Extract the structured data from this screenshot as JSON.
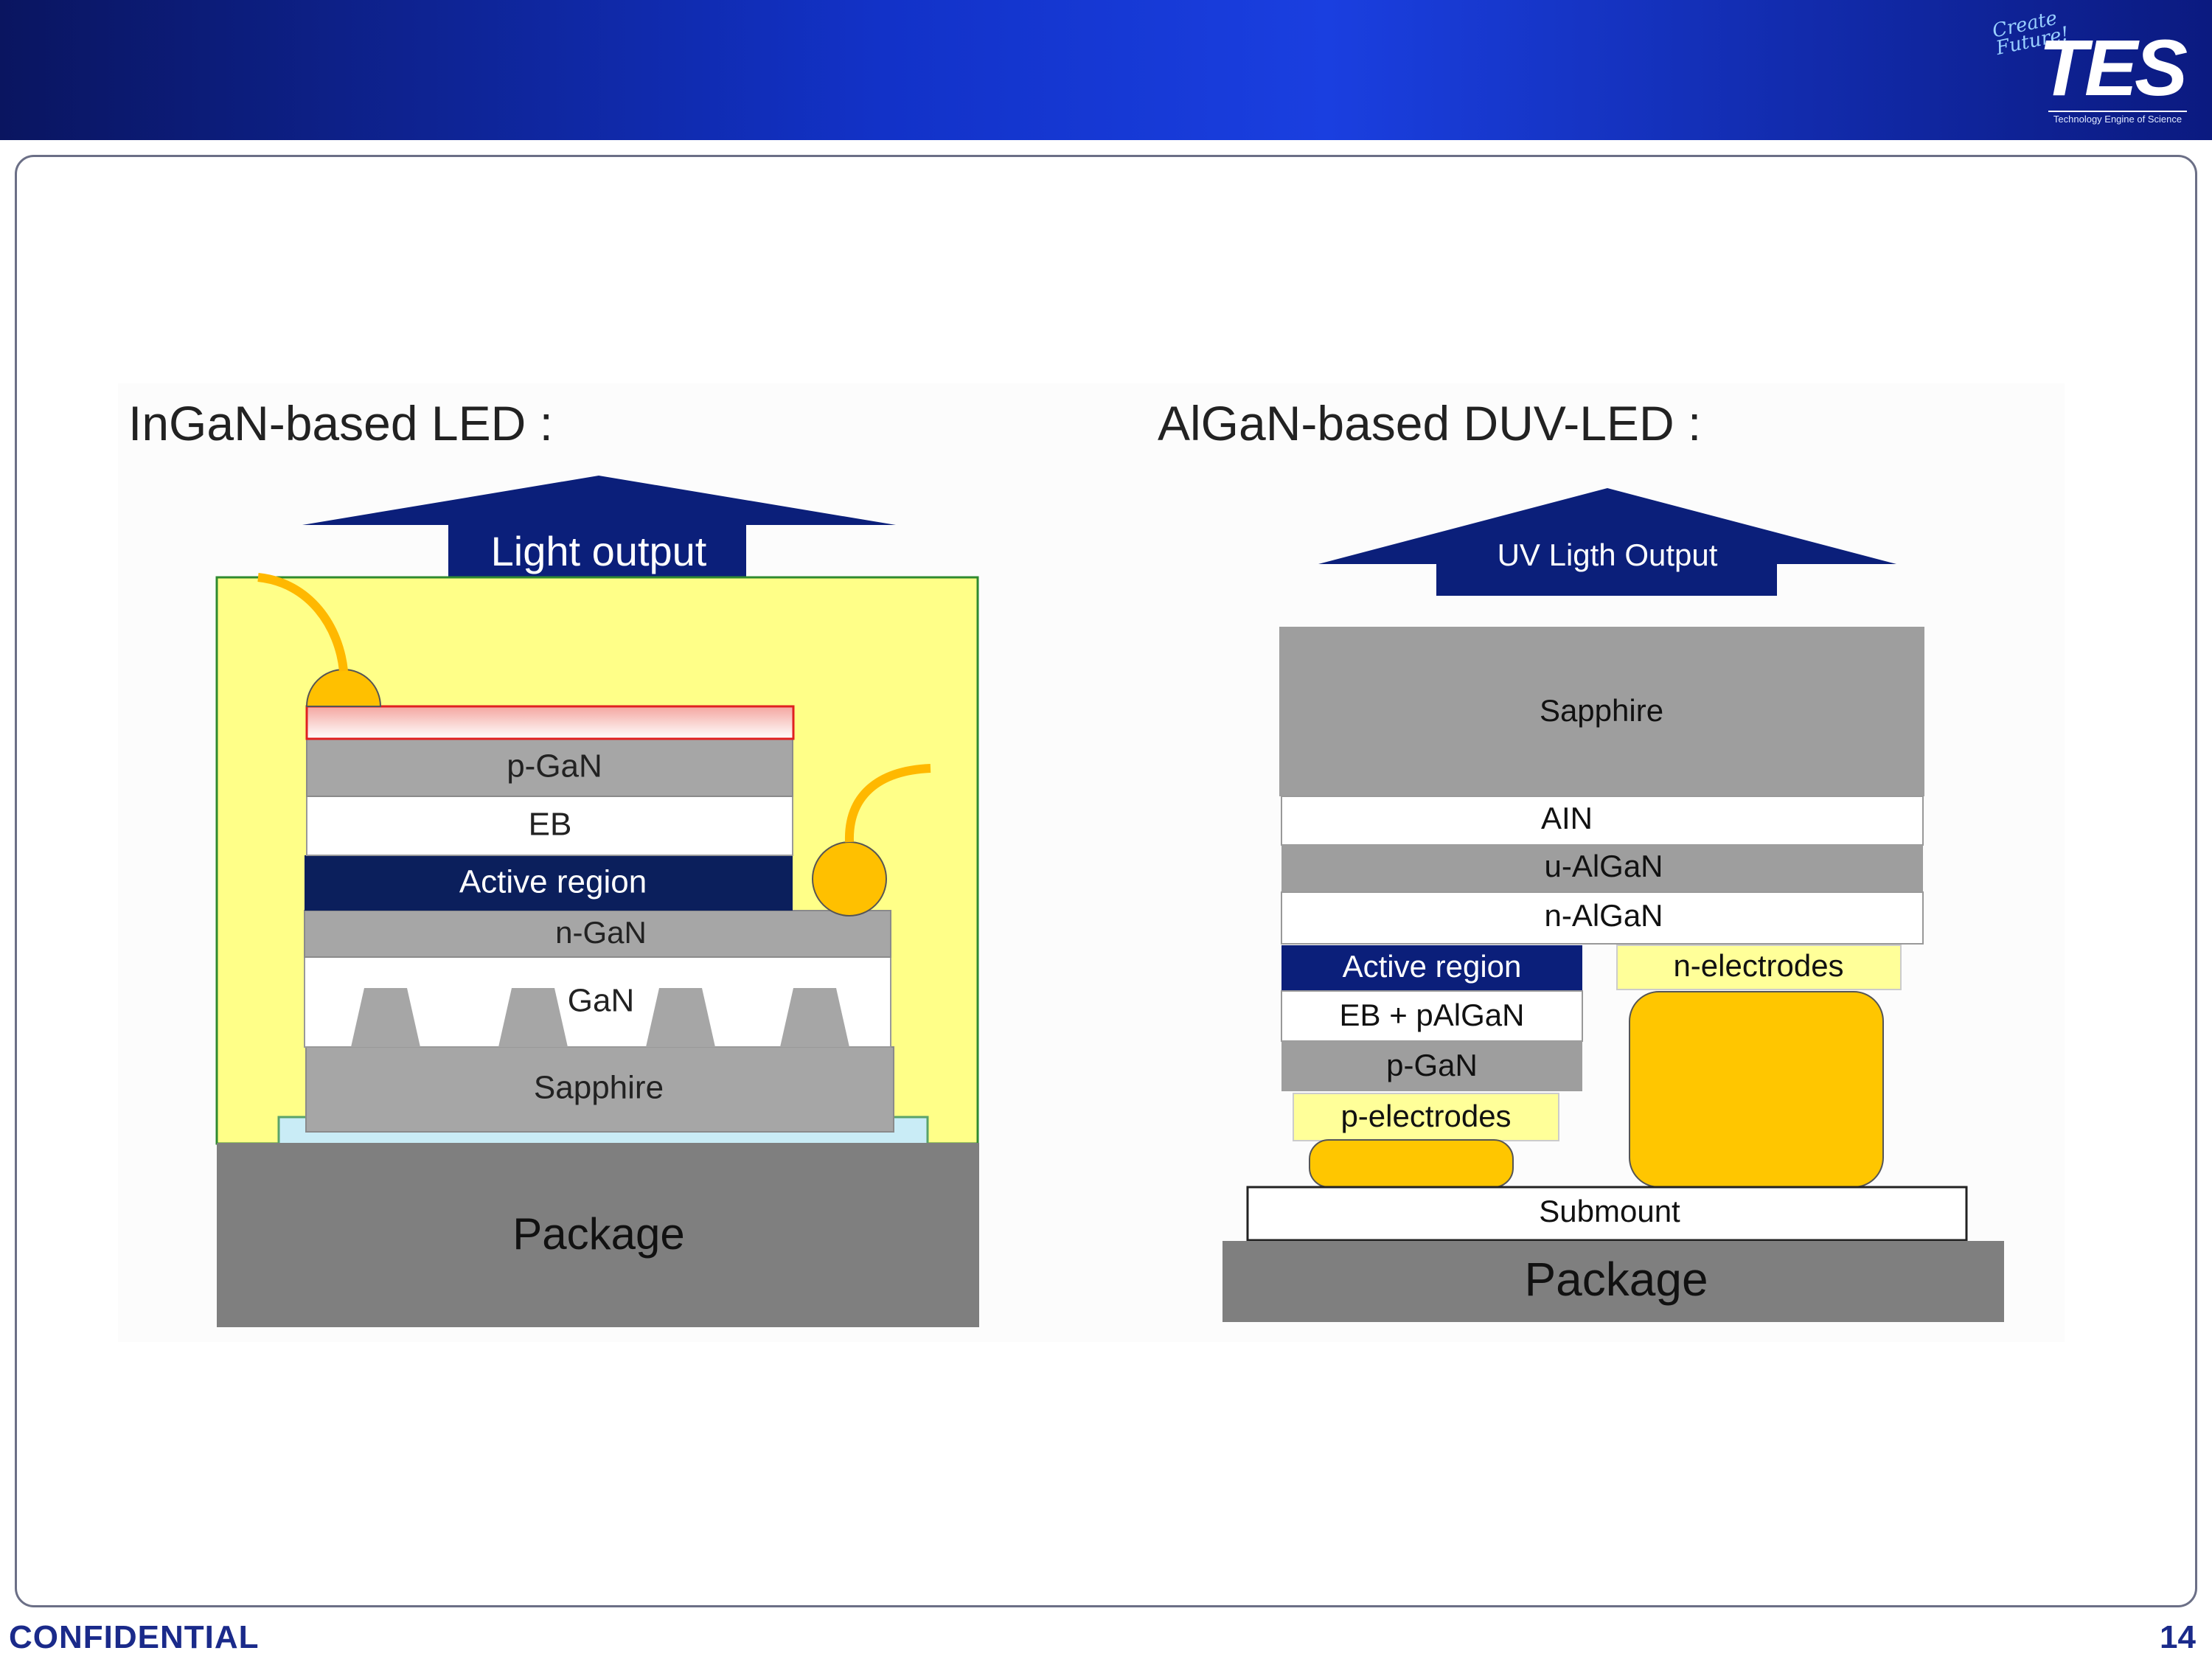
{
  "logo": {
    "script": "Create Future!",
    "name": "TES",
    "tagline": "Technology Engine of Science"
  },
  "left_diagram": {
    "title": "InGaN-based LED :",
    "arrow_label": "Light output",
    "layers": {
      "p_gan": "p-GaN",
      "eb": "EB",
      "active": "Active region",
      "n_gan": "n-GaN",
      "gan": "GaN",
      "sapphire": "Sapphire"
    },
    "package": "Package"
  },
  "right_diagram": {
    "title": "AlGaN-based DUV-LED :",
    "arrow_label": "UV Ligth Output",
    "layers": {
      "sapphire": "Sapphire",
      "ain": "AIN",
      "u_algan": "u-AlGaN",
      "n_algan": "n-AlGaN",
      "active": "Active region",
      "eb_palgan": "EB + pAlGaN",
      "p_gan": "p-GaN"
    },
    "p_electrodes": "p-electrodes",
    "n_electrodes": "n-electrodes",
    "submount": "Submount",
    "package": "Package"
  },
  "footer": {
    "confidential": "CONFIDENTIAL",
    "page": "14"
  },
  "colors": {
    "header_blue": "#1232c8",
    "navy": "#0b1f5c",
    "gold": "#ffc600",
    "yellow": "#ffff88",
    "gray": "#9e9e9e"
  }
}
